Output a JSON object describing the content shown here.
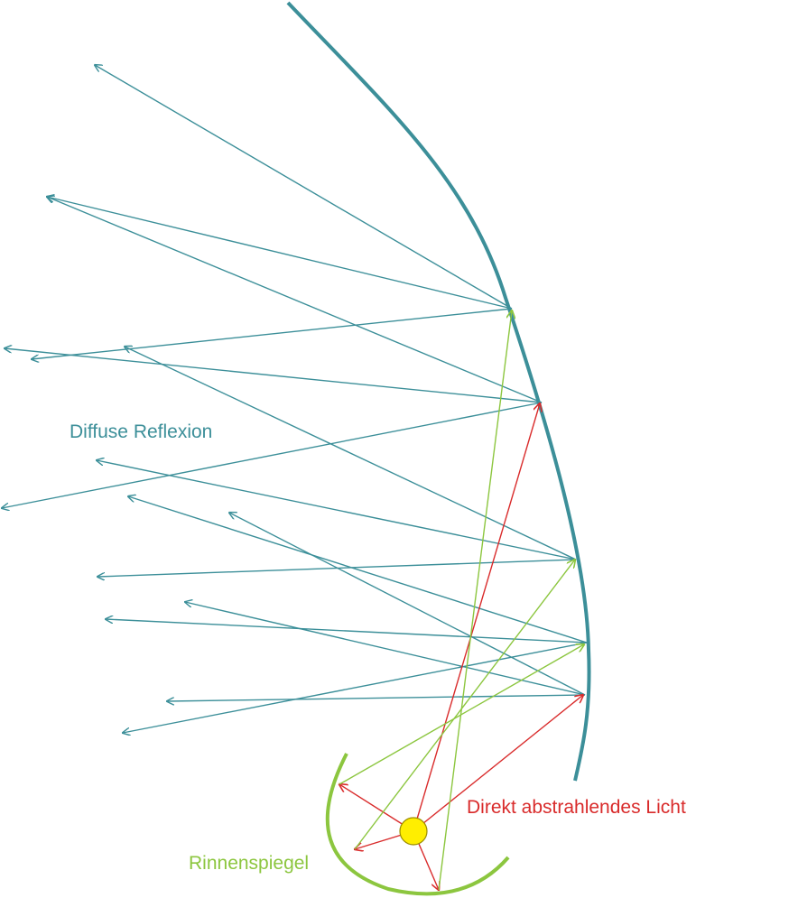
{
  "labels": {
    "diffuse": "Diffuse Reflexion",
    "direct": "Direkt abstrahlendes Licht",
    "trough": "Rinnenspiegel"
  },
  "colors": {
    "reflector": "#3c8f99",
    "diffuse_ray": "#3c8f99",
    "direct_ray": "#d92b2b",
    "trough": "#8cc63f",
    "trough_ray": "#8cc63f",
    "lamp_fill": "#ffee00",
    "lamp_stroke": "#9a8c00",
    "background": "#ffffff"
  },
  "icons": {
    "lamp": "lamp-icon",
    "reflector": "reflector-curve",
    "trough": "trough-mirror-curve"
  }
}
